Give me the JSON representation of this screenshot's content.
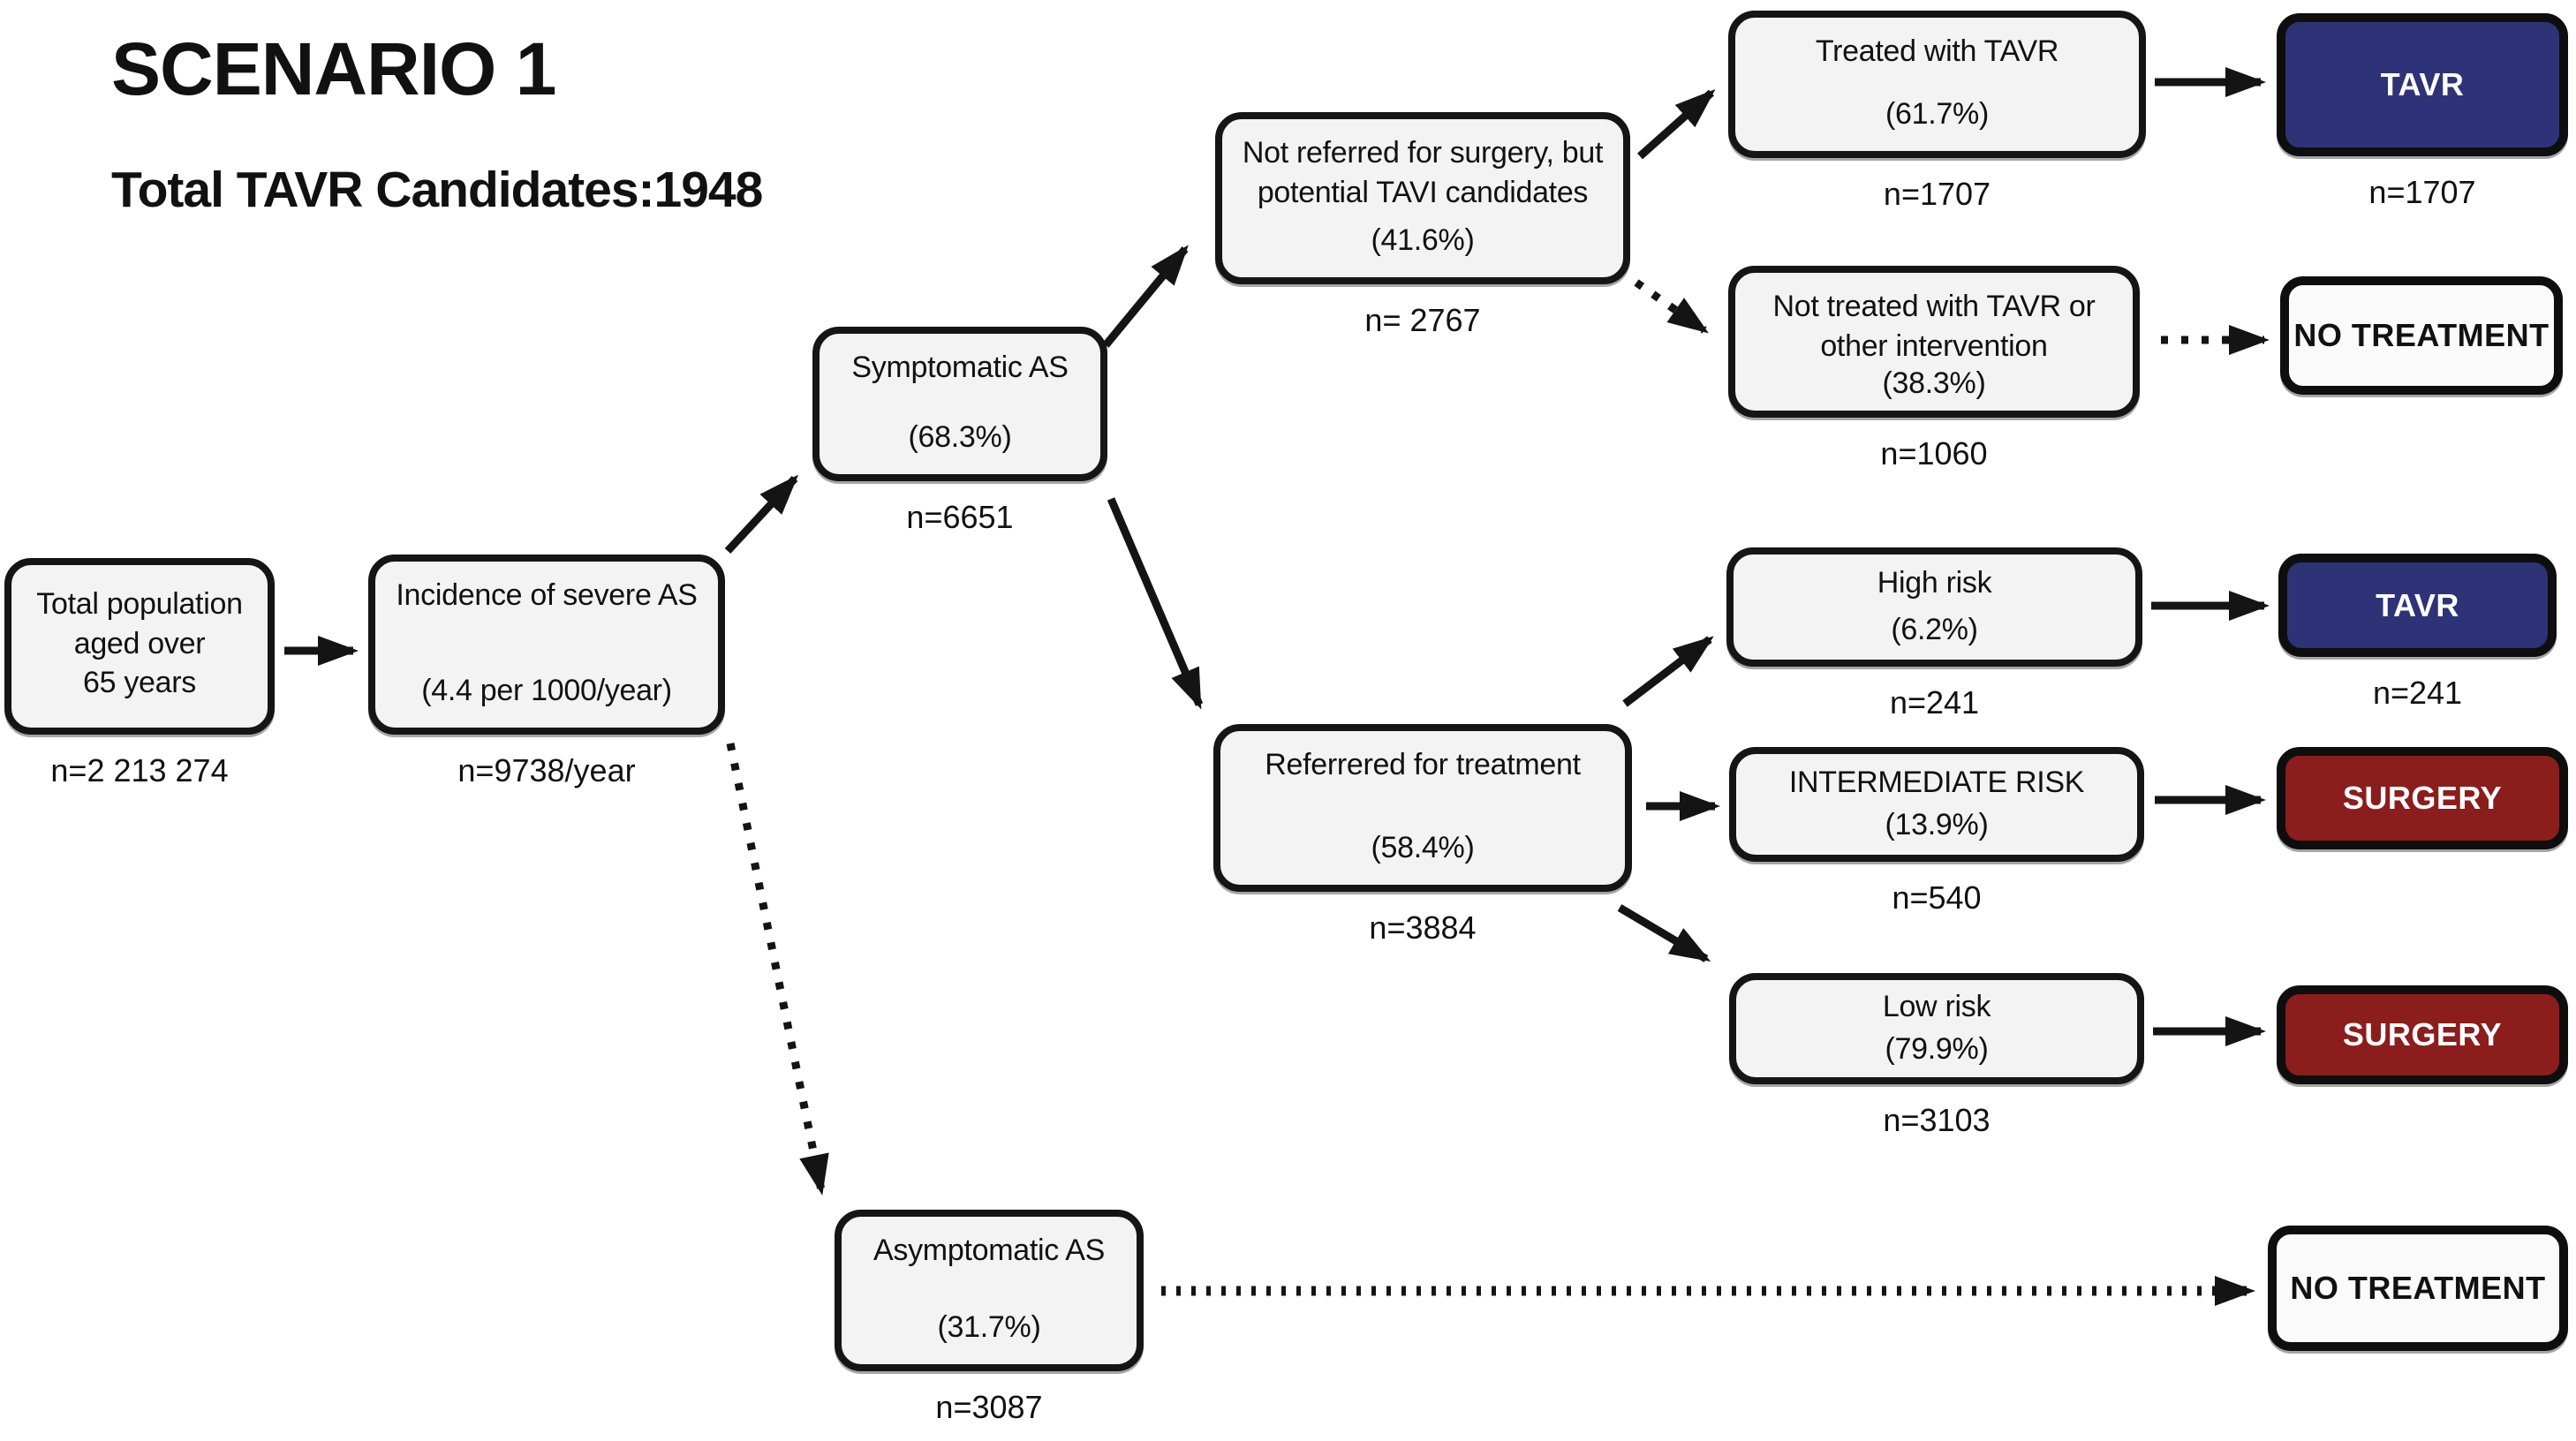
{
  "header": {
    "title": "SCENARIO 1",
    "subtitle": "Total TAVR Candidates:1948"
  },
  "colors": {
    "tavr": "#2e3377",
    "surgery": "#8b1d1d",
    "notx": "#fafafa",
    "fill": "#f3f3f3"
  },
  "nodes": {
    "total_population": {
      "label": "Total population\naged over\n65 years",
      "caption": "n=2 213 274"
    },
    "incidence": {
      "label": "Incidence of severe AS",
      "pct": "(4.4 per 1000/year)",
      "caption": "n=9738/year"
    },
    "symptomatic": {
      "label": "Symptomatic AS",
      "pct": "(68.3%)",
      "caption": "n=6651"
    },
    "asymptomatic": {
      "label": "Asymptomatic AS",
      "pct": "(31.7%)",
      "caption": "n=3087"
    },
    "not_referred": {
      "label": "Not referred for surgery, but\npotential TAVI candidates",
      "pct": "(41.6%)",
      "caption": "n= 2767"
    },
    "referred": {
      "label": "Referrered for treatment",
      "pct": "(58.4%)",
      "caption": "n=3884"
    },
    "treated_tavr": {
      "label": "Treated with TAVR",
      "pct": "(61.7%)",
      "caption": "n=1707"
    },
    "not_treated": {
      "label": "Not  treated with TAVR or\nother intervention",
      "pct": "(38.3%)",
      "caption": "n=1060"
    },
    "high_risk": {
      "label": "High risk",
      "pct": "(6.2%)",
      "caption": "n=241"
    },
    "intermediate_risk": {
      "label": "INTERMEDIATE RISK",
      "pct": "(13.9%)",
      "caption": "n=540"
    },
    "low_risk": {
      "label": "Low risk",
      "pct": "(79.9%)",
      "caption": "n=3103"
    }
  },
  "outcomes": {
    "tavr_top": {
      "label": "TAVR",
      "caption": "n=1707"
    },
    "no_treatment_top": {
      "label": "NO TREATMENT"
    },
    "tavr_mid": {
      "label": "TAVR",
      "caption": "n=241"
    },
    "surgery_intermediate": {
      "label": "SURGERY"
    },
    "surgery_low": {
      "label": "SURGERY"
    },
    "no_treatment_bottom": {
      "label": "NO TREATMENT"
    }
  }
}
